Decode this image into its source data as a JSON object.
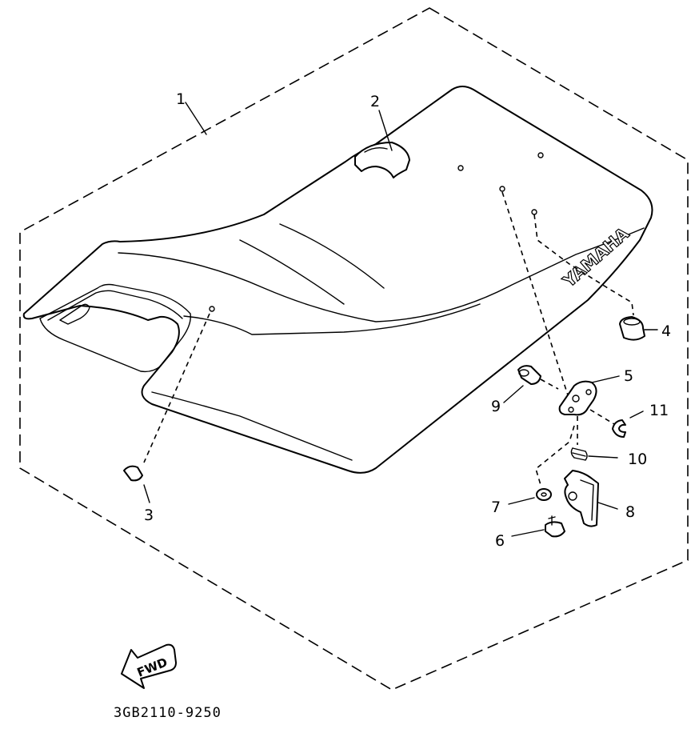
{
  "diagram": {
    "callouts": [
      "1",
      "2",
      "3",
      "4",
      "5",
      "6",
      "7",
      "8",
      "9",
      "10",
      "11"
    ],
    "brand_text": "YAMAHA",
    "direction_label": "FWD",
    "drawing_code": "3GB2110-9250"
  }
}
